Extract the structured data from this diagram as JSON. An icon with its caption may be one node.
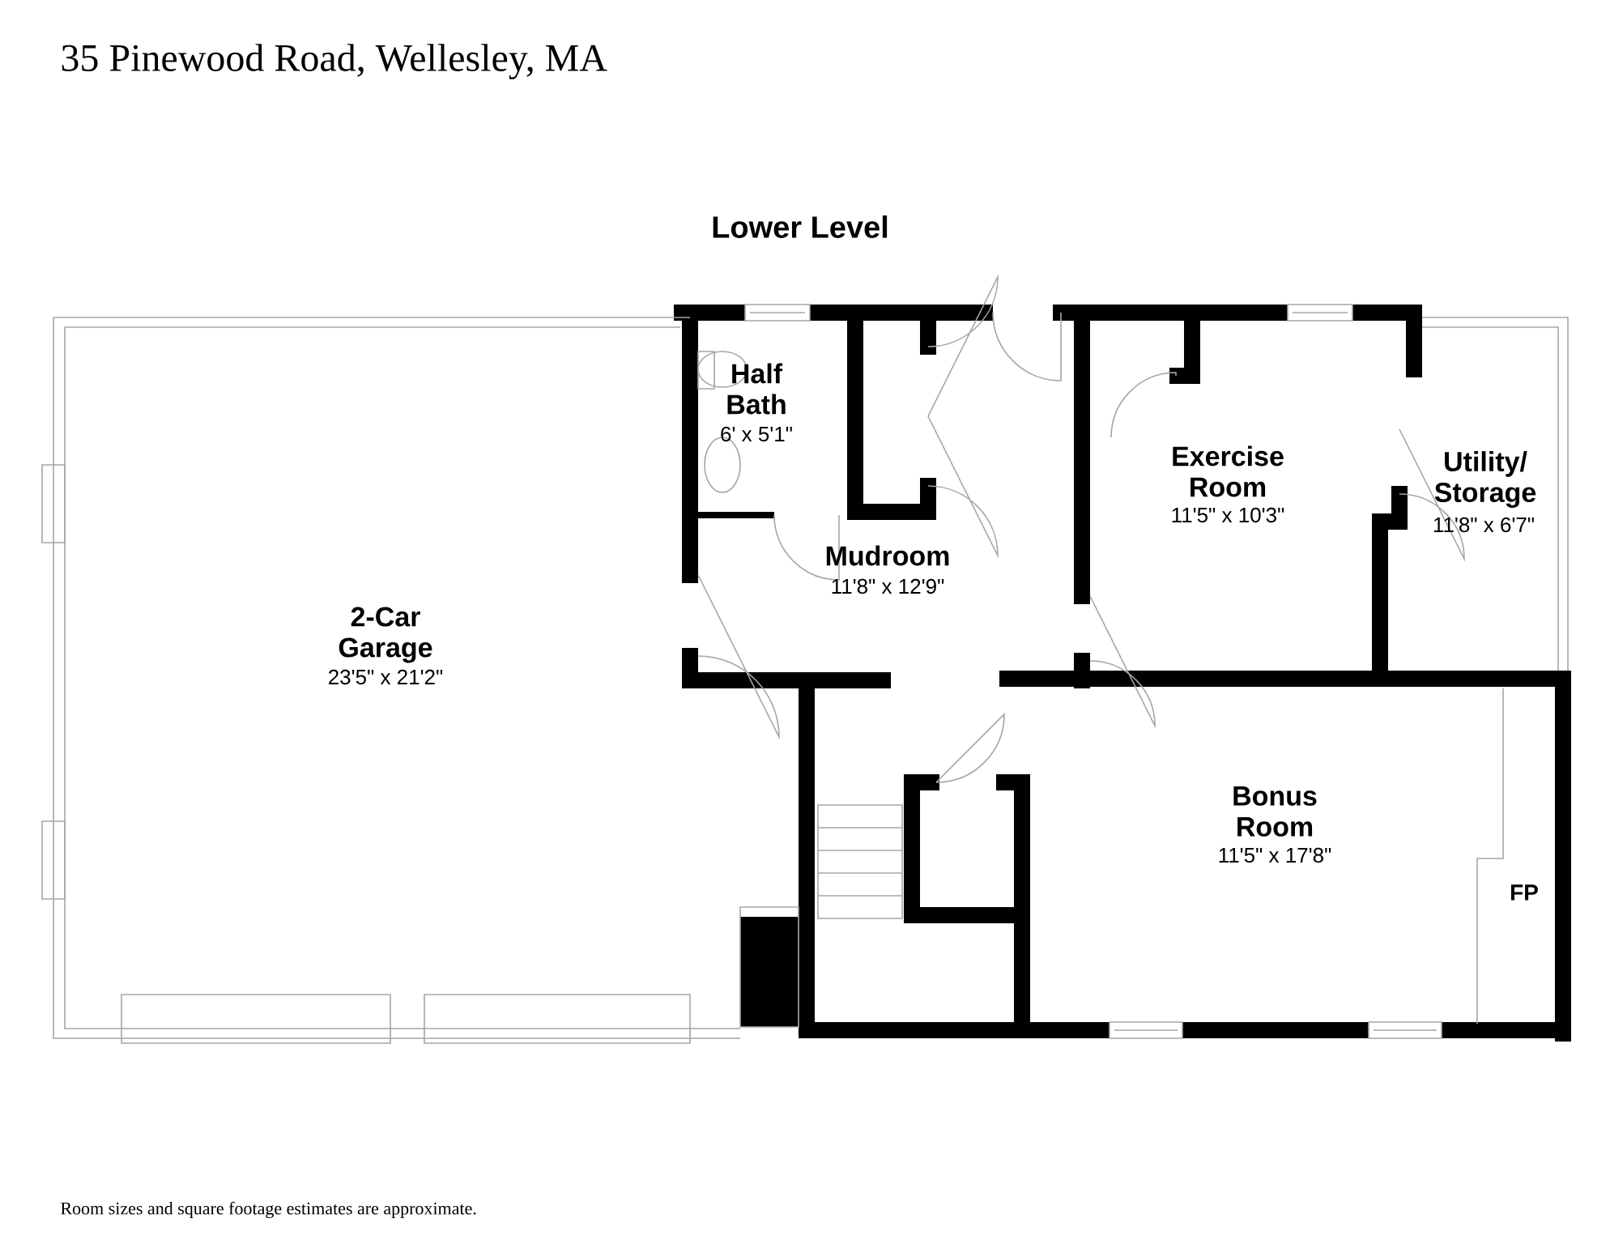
{
  "diagram": {
    "title": "35 Pinewood Road, Wellesley, MA",
    "labels": [
      "Lower Level",
      "Half Bath",
      "6' x 5'1\"",
      "Exercise Room",
      "11'5\" x 10'3\"",
      "Utility/ Storage",
      "11'8\" x 6'7\"",
      "Mudroom",
      "11'8\" x 12'9\"",
      "2-Car Garage",
      "23'5\" x 21'2\"",
      "Bonus Room",
      "11'5\" x 17'8\"",
      "FP",
      "Room sizes and square footage estimates are approximate."
    ]
  }
}
